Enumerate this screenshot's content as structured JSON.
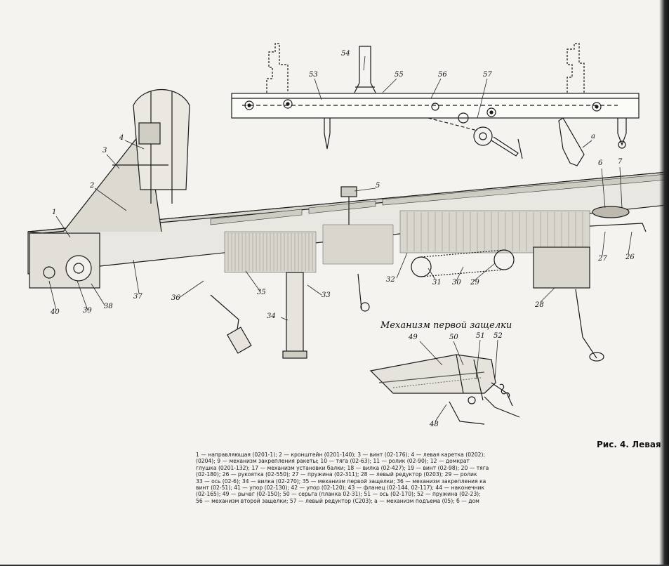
{
  "figure": {
    "title": "Рис. 4. Левая",
    "inset_title": "Механизм первой защелки"
  },
  "callouts": [
    {
      "id": "c1",
      "text": "1"
    },
    {
      "id": "c2",
      "text": "2"
    },
    {
      "id": "c3",
      "text": "3"
    },
    {
      "id": "c4",
      "text": "4"
    },
    {
      "id": "c5",
      "text": "5"
    },
    {
      "id": "c6",
      "text": "6"
    },
    {
      "id": "c7",
      "text": "7"
    },
    {
      "id": "c26",
      "text": "26"
    },
    {
      "id": "c27",
      "text": "27"
    },
    {
      "id": "c28",
      "text": "28"
    },
    {
      "id": "c29",
      "text": "29"
    },
    {
      "id": "c30",
      "text": "30"
    },
    {
      "id": "c31",
      "text": "31"
    },
    {
      "id": "c32",
      "text": "32"
    },
    {
      "id": "c33",
      "text": "33"
    },
    {
      "id": "c34",
      "text": "34"
    },
    {
      "id": "c35",
      "text": "35"
    },
    {
      "id": "c36",
      "text": "36"
    },
    {
      "id": "c37",
      "text": "37"
    },
    {
      "id": "c38",
      "text": "38"
    },
    {
      "id": "c39",
      "text": "39"
    },
    {
      "id": "c40",
      "text": "40"
    },
    {
      "id": "c48",
      "text": "48"
    },
    {
      "id": "c49",
      "text": "49"
    },
    {
      "id": "c50",
      "text": "50"
    },
    {
      "id": "c51",
      "text": "51"
    },
    {
      "id": "c52",
      "text": "52"
    },
    {
      "id": "c53",
      "text": "53"
    },
    {
      "id": "c54",
      "text": "54"
    },
    {
      "id": "c55",
      "text": "55"
    },
    {
      "id": "c56",
      "text": "56"
    },
    {
      "id": "c57",
      "text": "57"
    },
    {
      "id": "ca",
      "text": "а"
    }
  ],
  "caption": [
    "1 — направляющая (0201-1); 2 — кронштейн (0201-140); 3 — винт (02-176); 4 — левая каретка (0202);",
    "(0204); 9 — механизм закрепления ракеты; 10 — тяга (02-63); 11 — ролик (02-90); 12 — домкрат",
    "глушка (0201-132); 17 — механизм установки балки; 18 — вилка (02-427); 19 — винт (02-98); 20 — тяга",
    "(02-180); 26 — рукоятка (02-550); 27 — пружина (02-311); 28 — левый редуктор (0203); 29 — ролик",
    "33 — ось (02-6); 34 — вилка (02-270); 35 — механизм первой защелки; 36 — механизм закрепления ка",
    "винт (02-51); 41 — упор (02-130); 42 — упор (02-120); 43 — фланец (02-144, 02-117); 44 — наконечник",
    "(02-165); 49 — рычаг (02-150); 50 — серьга (планка 02-31); 51 — ось (02-170); 52 — пружина (02-23);",
    "56 — механизм второй защелки; 57 — левый редуктор (С203); а — механизм подъема (05); б — дом"
  ]
}
